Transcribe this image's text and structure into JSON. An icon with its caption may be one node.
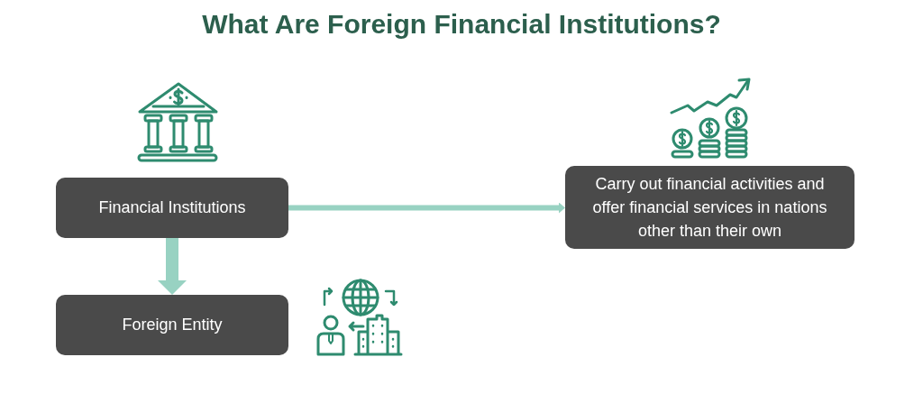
{
  "diagram": {
    "title": "What Are Foreign Financial Institutions?",
    "nodes": [
      {
        "text": [
          "Financial Institutions"
        ]
      },
      {
        "text": [
          "Foreign Entity"
        ]
      },
      {
        "text": [
          "Carry out financial activities and offer financial services in nations other than their own"
        ]
      }
    ],
    "edges": [
      {
        "from": 0,
        "to": 1,
        "arrow": "to",
        "style": "thick"
      },
      {
        "from": 0,
        "to": 2,
        "arrow": "to"
      }
    ]
  }
}
